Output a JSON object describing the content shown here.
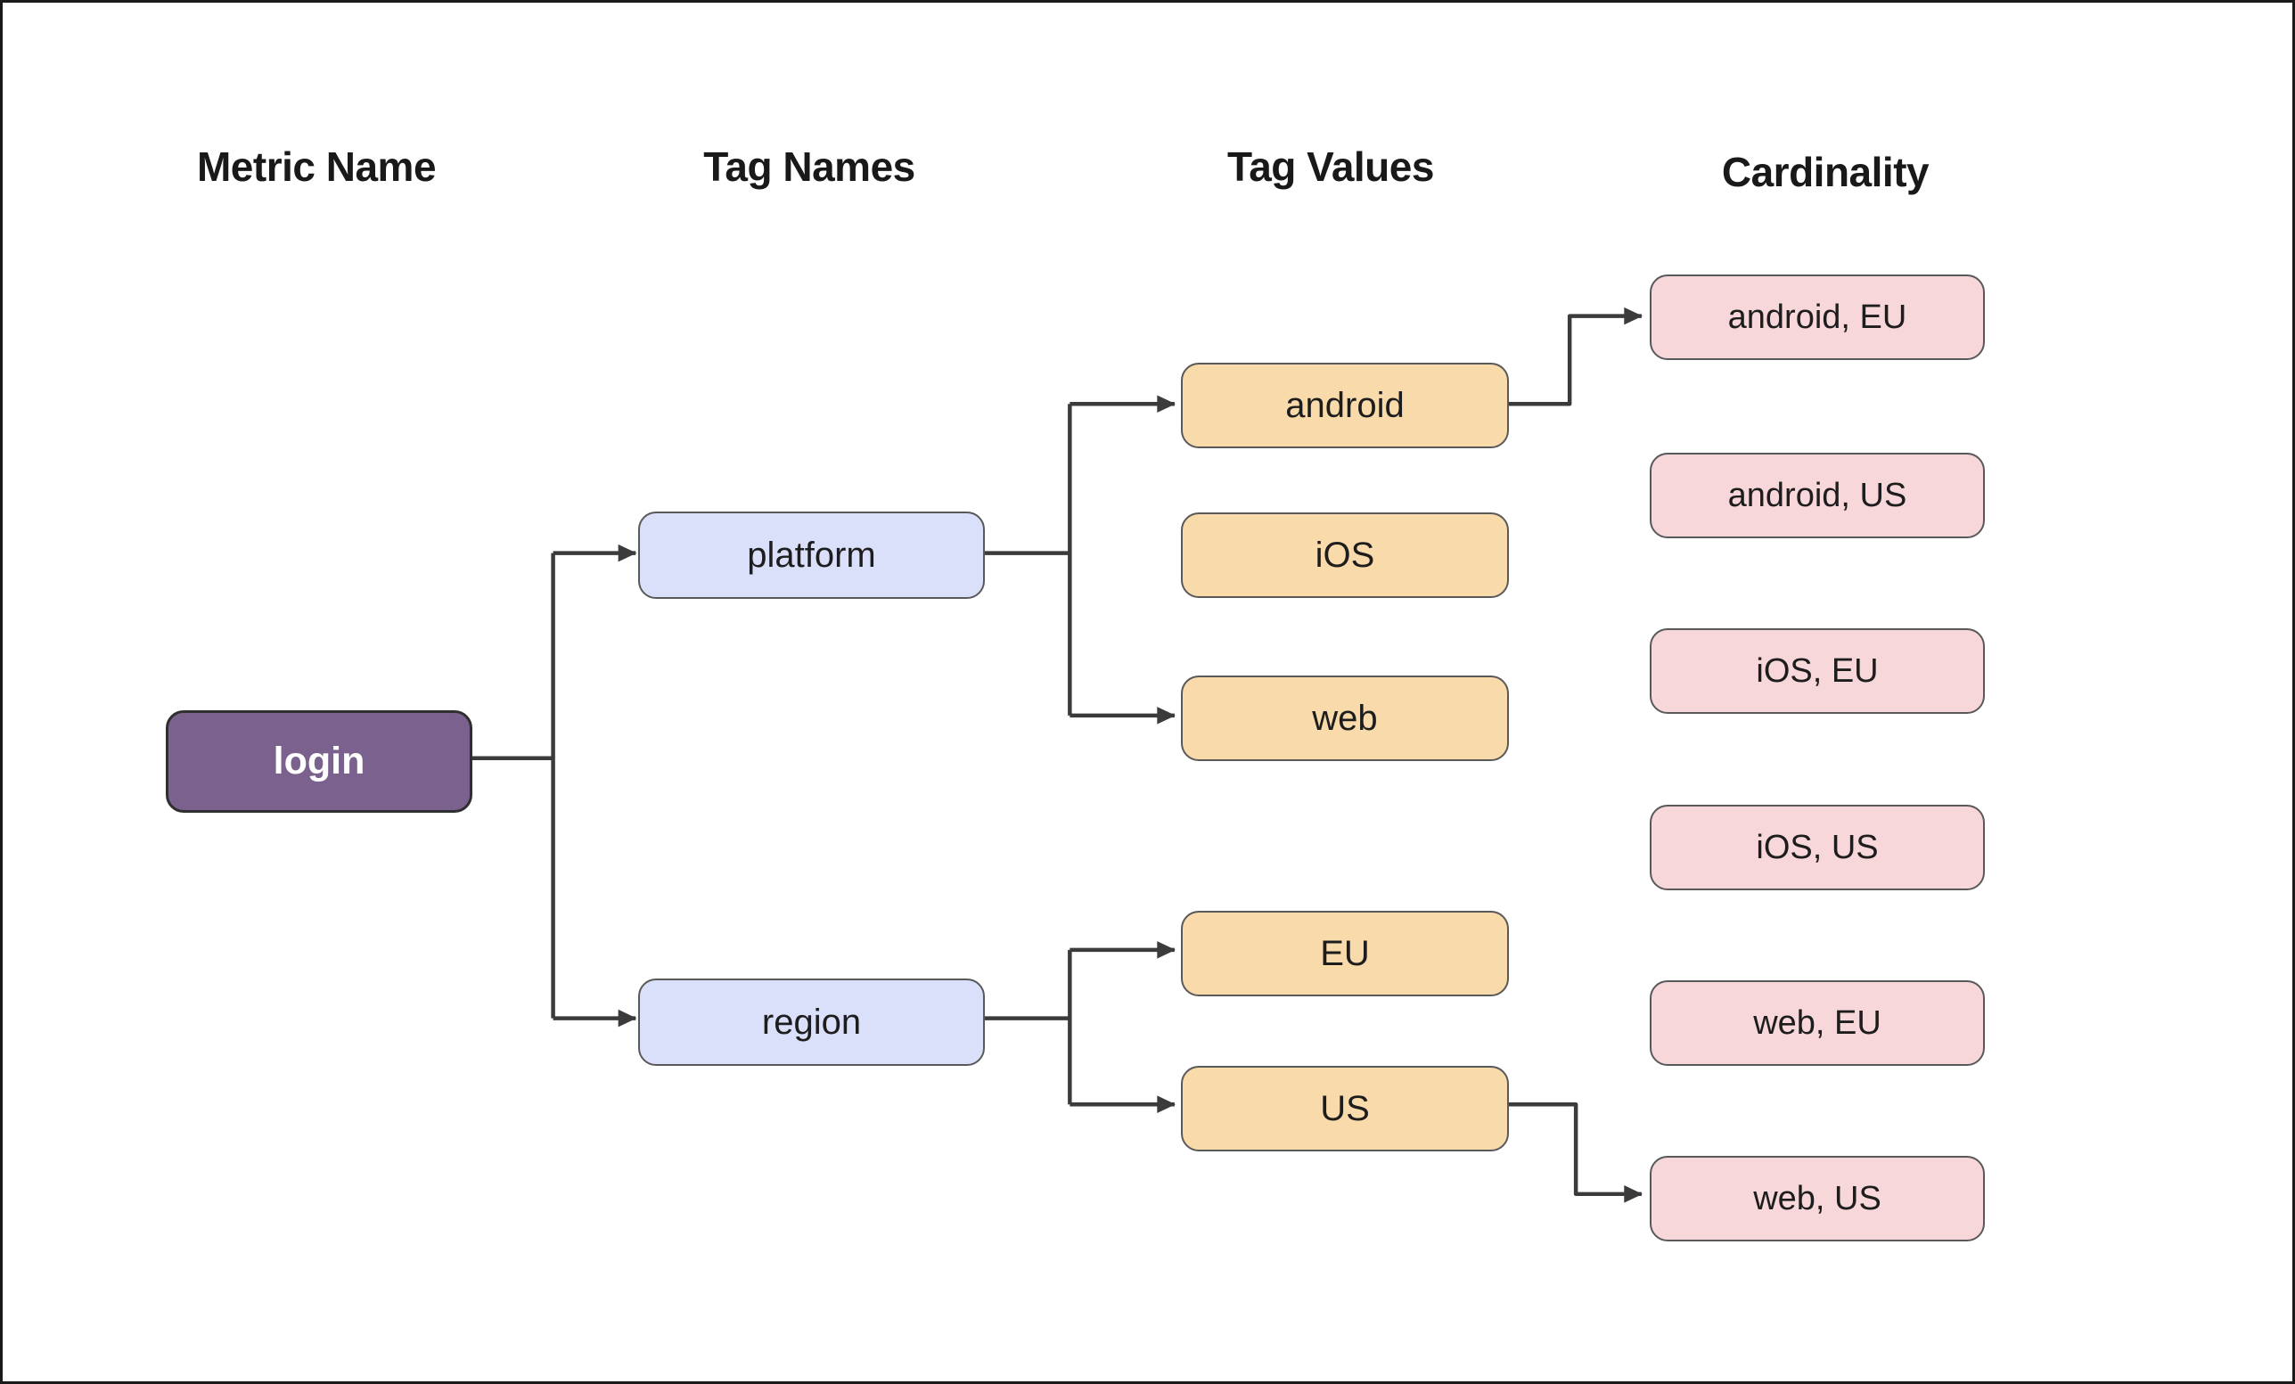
{
  "headers": {
    "metric_name": "Metric Name",
    "tag_names": "Tag Names",
    "tag_values": "Tag Values",
    "cardinality": "Cardinality"
  },
  "nodes": {
    "metric": {
      "label": "login"
    },
    "tag_names": {
      "platform": {
        "label": "platform"
      },
      "region": {
        "label": "region"
      }
    },
    "tag_values": {
      "android": {
        "label": "android"
      },
      "ios": {
        "label": "iOS"
      },
      "web": {
        "label": "web"
      },
      "eu": {
        "label": "EU"
      },
      "us": {
        "label": "US"
      }
    },
    "cardinality": {
      "android_eu": {
        "label": "android, EU"
      },
      "android_us": {
        "label": "android, US"
      },
      "ios_eu": {
        "label": "iOS, EU"
      },
      "ios_us": {
        "label": "iOS, US"
      },
      "web_eu": {
        "label": "web, EU"
      },
      "web_us": {
        "label": "web, US"
      }
    }
  },
  "edges": [
    {
      "from": "login",
      "to": "platform",
      "arrow": true
    },
    {
      "from": "login",
      "to": "region",
      "arrow": true
    },
    {
      "from": "platform",
      "to": "android",
      "arrow": true
    },
    {
      "from": "platform",
      "to": "web",
      "arrow": true
    },
    {
      "from": "region",
      "to": "EU",
      "arrow": true
    },
    {
      "from": "region",
      "to": "US",
      "arrow": true
    },
    {
      "from": "android",
      "to": "android, EU",
      "arrow": true
    },
    {
      "from": "US",
      "to": "web, US",
      "arrow": true
    }
  ],
  "colors": {
    "background": "#ffffff",
    "frame": "#1a1a1a",
    "edge": "#3b3b3b",
    "metric_fill": "#7b628e",
    "metric_text": "#ffffff",
    "tag_name_fill": "#dbe0fa",
    "tag_value_fill": "#f9daab",
    "cardinality_fill": "#f8d7da",
    "node_border": "#595959",
    "node_text": "#1d1d1d"
  }
}
